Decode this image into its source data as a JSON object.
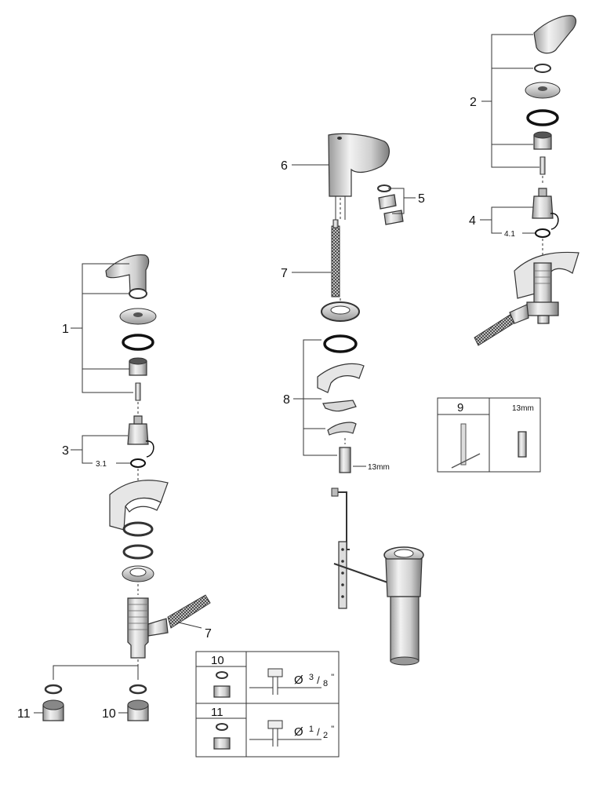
{
  "callouts": {
    "c1": "1",
    "c2": "2",
    "c3": "3",
    "c3_1": "3.1",
    "c4": "4",
    "c4_1": "4.1",
    "c5": "5",
    "c6": "6",
    "c7a": "7",
    "c7b": "7",
    "c8": "8",
    "c10": "10",
    "c11": "11",
    "size_13mm_a": "13mm"
  },
  "tool_box": {
    "number": "9",
    "size": "13mm"
  },
  "hose_table": {
    "rows": [
      {
        "number": "10",
        "dia_prefix": "Ø",
        "num": "3",
        "den": "8",
        "unit": "\""
      },
      {
        "number": "11",
        "dia_prefix": "Ø",
        "num": "1",
        "den": "2",
        "unit": "\""
      }
    ]
  }
}
